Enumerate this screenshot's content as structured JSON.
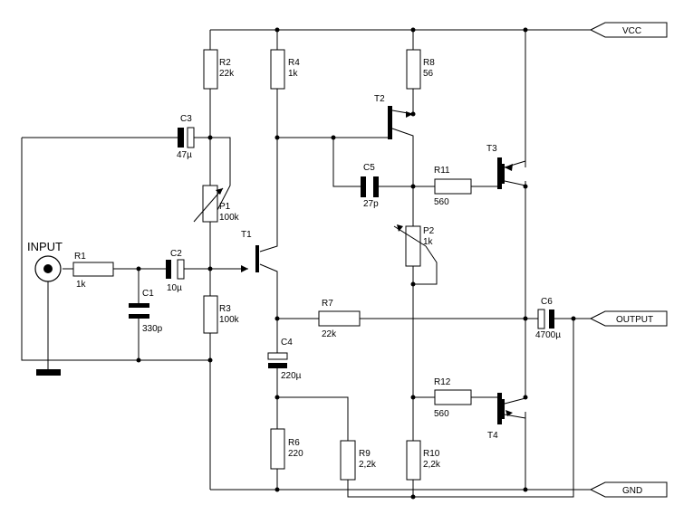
{
  "schematic": {
    "input_label": "INPUT",
    "ports": {
      "vcc": "VCC",
      "output": "OUTPUT",
      "gnd": "GND"
    },
    "components": {
      "R1": {
        "ref": "R1",
        "value": "1k"
      },
      "R2": {
        "ref": "R2",
        "value": "22k"
      },
      "R3": {
        "ref": "R3",
        "value": "100k"
      },
      "R4": {
        "ref": "R4",
        "value": "1k"
      },
      "R6": {
        "ref": "R6",
        "value": "220"
      },
      "R7": {
        "ref": "R7",
        "value": "22k"
      },
      "R8": {
        "ref": "R8",
        "value": "56"
      },
      "R9": {
        "ref": "R9",
        "value": "2,2k"
      },
      "R10": {
        "ref": "R10",
        "value": "2,2k"
      },
      "R11": {
        "ref": "R11",
        "value": "560"
      },
      "R12": {
        "ref": "R12",
        "value": "560"
      },
      "P1": {
        "ref": "P1",
        "value": "100k"
      },
      "P2": {
        "ref": "P2",
        "value": "1k"
      },
      "C1": {
        "ref": "C1",
        "value": "330p"
      },
      "C2": {
        "ref": "C2",
        "value": "10µ"
      },
      "C3": {
        "ref": "C3",
        "value": "47µ"
      },
      "C4": {
        "ref": "C4",
        "value": "220µ"
      },
      "C5": {
        "ref": "C5",
        "value": "27p"
      },
      "C6": {
        "ref": "C6",
        "value": "4700µ"
      },
      "T1": {
        "ref": "T1"
      },
      "T2": {
        "ref": "T2"
      },
      "T3": {
        "ref": "T3"
      },
      "T4": {
        "ref": "T4"
      }
    }
  }
}
